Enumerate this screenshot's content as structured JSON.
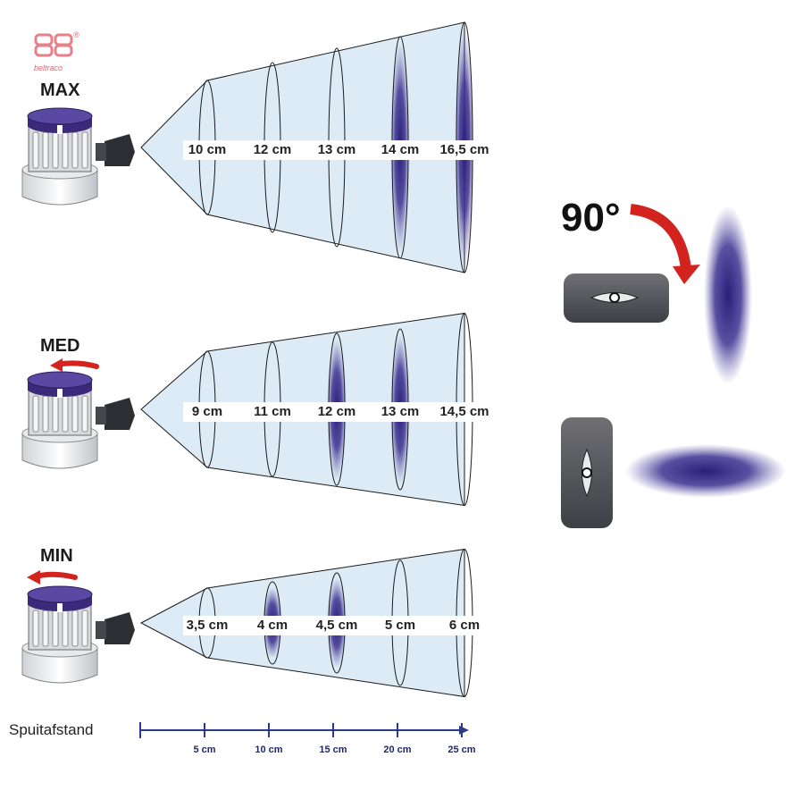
{
  "logo": {
    "text": "beltraco",
    "registered": "®"
  },
  "settings": [
    {
      "label": "MAX",
      "widths": [
        "10 cm",
        "12 cm",
        "13 cm",
        "14 cm",
        "16,5 cm"
      ],
      "spray_rings": [
        3,
        4
      ]
    },
    {
      "label": "MED",
      "widths": [
        "9 cm",
        "11 cm",
        "12 cm",
        "13 cm",
        "14,5 cm"
      ],
      "spray_rings": [
        2,
        3
      ]
    },
    {
      "label": "MIN",
      "widths": [
        "3,5 cm",
        "4 cm",
        "4,5 cm",
        "5 cm",
        "6 cm"
      ],
      "spray_rings": [
        1,
        2
      ]
    }
  ],
  "axis": {
    "title": "Spuitafstand",
    "ticks": [
      "5 cm",
      "10 cm",
      "15 cm",
      "20 cm",
      "25 cm"
    ]
  },
  "rotation": {
    "label": "90°"
  },
  "colors": {
    "cone_fill": "#dcebf5",
    "spray": "#3a2d86",
    "knob": "#3b2a7a",
    "arrow": "#d2231f",
    "nozzle": "#555a60",
    "axis": "#2a3a8a"
  }
}
